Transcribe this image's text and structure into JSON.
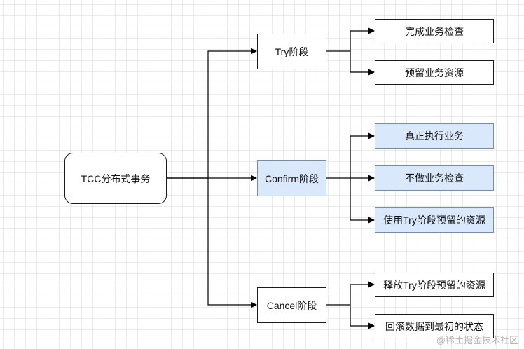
{
  "root": {
    "label": "TCC分布式事务"
  },
  "phases": [
    {
      "label": "Try阶段",
      "highlight": false,
      "steps": [
        {
          "label": "完成业务检查",
          "highlight": false
        },
        {
          "label": "预留业务资源",
          "highlight": false
        }
      ]
    },
    {
      "label": "Confirm阶段",
      "highlight": true,
      "steps": [
        {
          "label": "真正执行业务",
          "highlight": true
        },
        {
          "label": "不做业务检查",
          "highlight": true
        },
        {
          "label": "使用Try阶段预留的资源",
          "highlight": true
        }
      ]
    },
    {
      "label": "Cancel阶段",
      "highlight": false,
      "steps": [
        {
          "label": "释放Try阶段预留的资源",
          "highlight": false
        },
        {
          "label": "回滚数据到最初的状态",
          "highlight": false
        }
      ]
    }
  ],
  "colors": {
    "highlight_fill": "#dae8fc",
    "highlight_border": "#6c8ebf",
    "line": "#000000"
  },
  "watermark": "@稀土掘金技术社区"
}
